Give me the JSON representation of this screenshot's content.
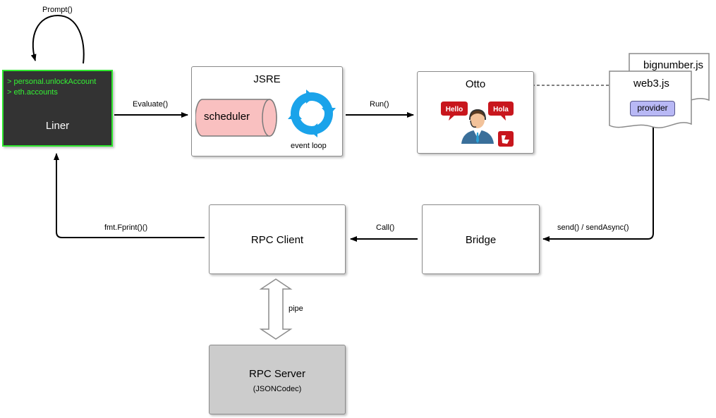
{
  "nodes": {
    "liner": {
      "lines": [
        "> personal.unlockAccount",
        "> eth.accounts"
      ],
      "title": "Liner",
      "border_color": "#2ee82e",
      "background": "#333333",
      "text_color": "#34f234"
    },
    "jsre": {
      "title": "JSRE",
      "scheduler": "scheduler",
      "event_loop": "event loop",
      "scheduler_color": "#f9c0c0",
      "loop_color": "#1aa3ea"
    },
    "otto": {
      "title": "Otto",
      "bubble_left": "Hello",
      "bubble_right": "Hola"
    },
    "web3": {
      "back_doc": "bignumber.js",
      "front_doc": "web3.js",
      "provider": "provider",
      "provider_color": "#b8b8f5"
    },
    "bridge": {
      "title": "Bridge"
    },
    "rpc_client": {
      "title": "RPC Client"
    },
    "rpc_server": {
      "title": "RPC Server",
      "subtitle": "(JSONCodec)",
      "background": "#cccccc"
    }
  },
  "edges": {
    "prompt": "Prompt()",
    "evaluate": "Evaluate()",
    "run": "Run()",
    "send": "send() / sendAsync()",
    "call": "Call()",
    "fprint": "fmt.Fprint()()",
    "pipe": "pipe"
  }
}
